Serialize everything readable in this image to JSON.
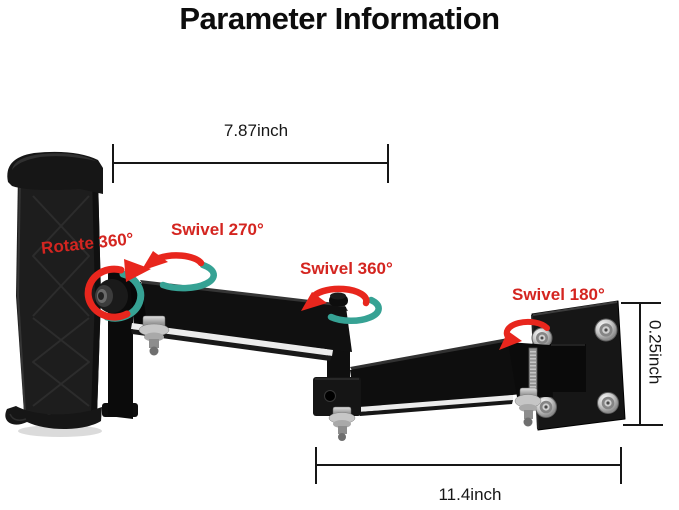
{
  "title": "Parameter Information",
  "annotations": {
    "rotate_360": "Rotate 360°",
    "swivel_270": "Swivel 270°",
    "swivel_360": "Swivel 360°",
    "swivel_180": "Swivel 180°"
  },
  "measurements": {
    "top": "7.87inch",
    "side": "0.25inch",
    "bottom": "11.4inch"
  },
  "colors": {
    "annotation_red": "#d42520",
    "arrow_red": "#e8261d",
    "arrow_teal": "#36a294",
    "dimension_black": "#161616",
    "product_black": "#141414",
    "background": "#ffffff"
  },
  "icons": {
    "red_rotation_arrow": "↻",
    "teal_rotation_arrow": "↺"
  }
}
